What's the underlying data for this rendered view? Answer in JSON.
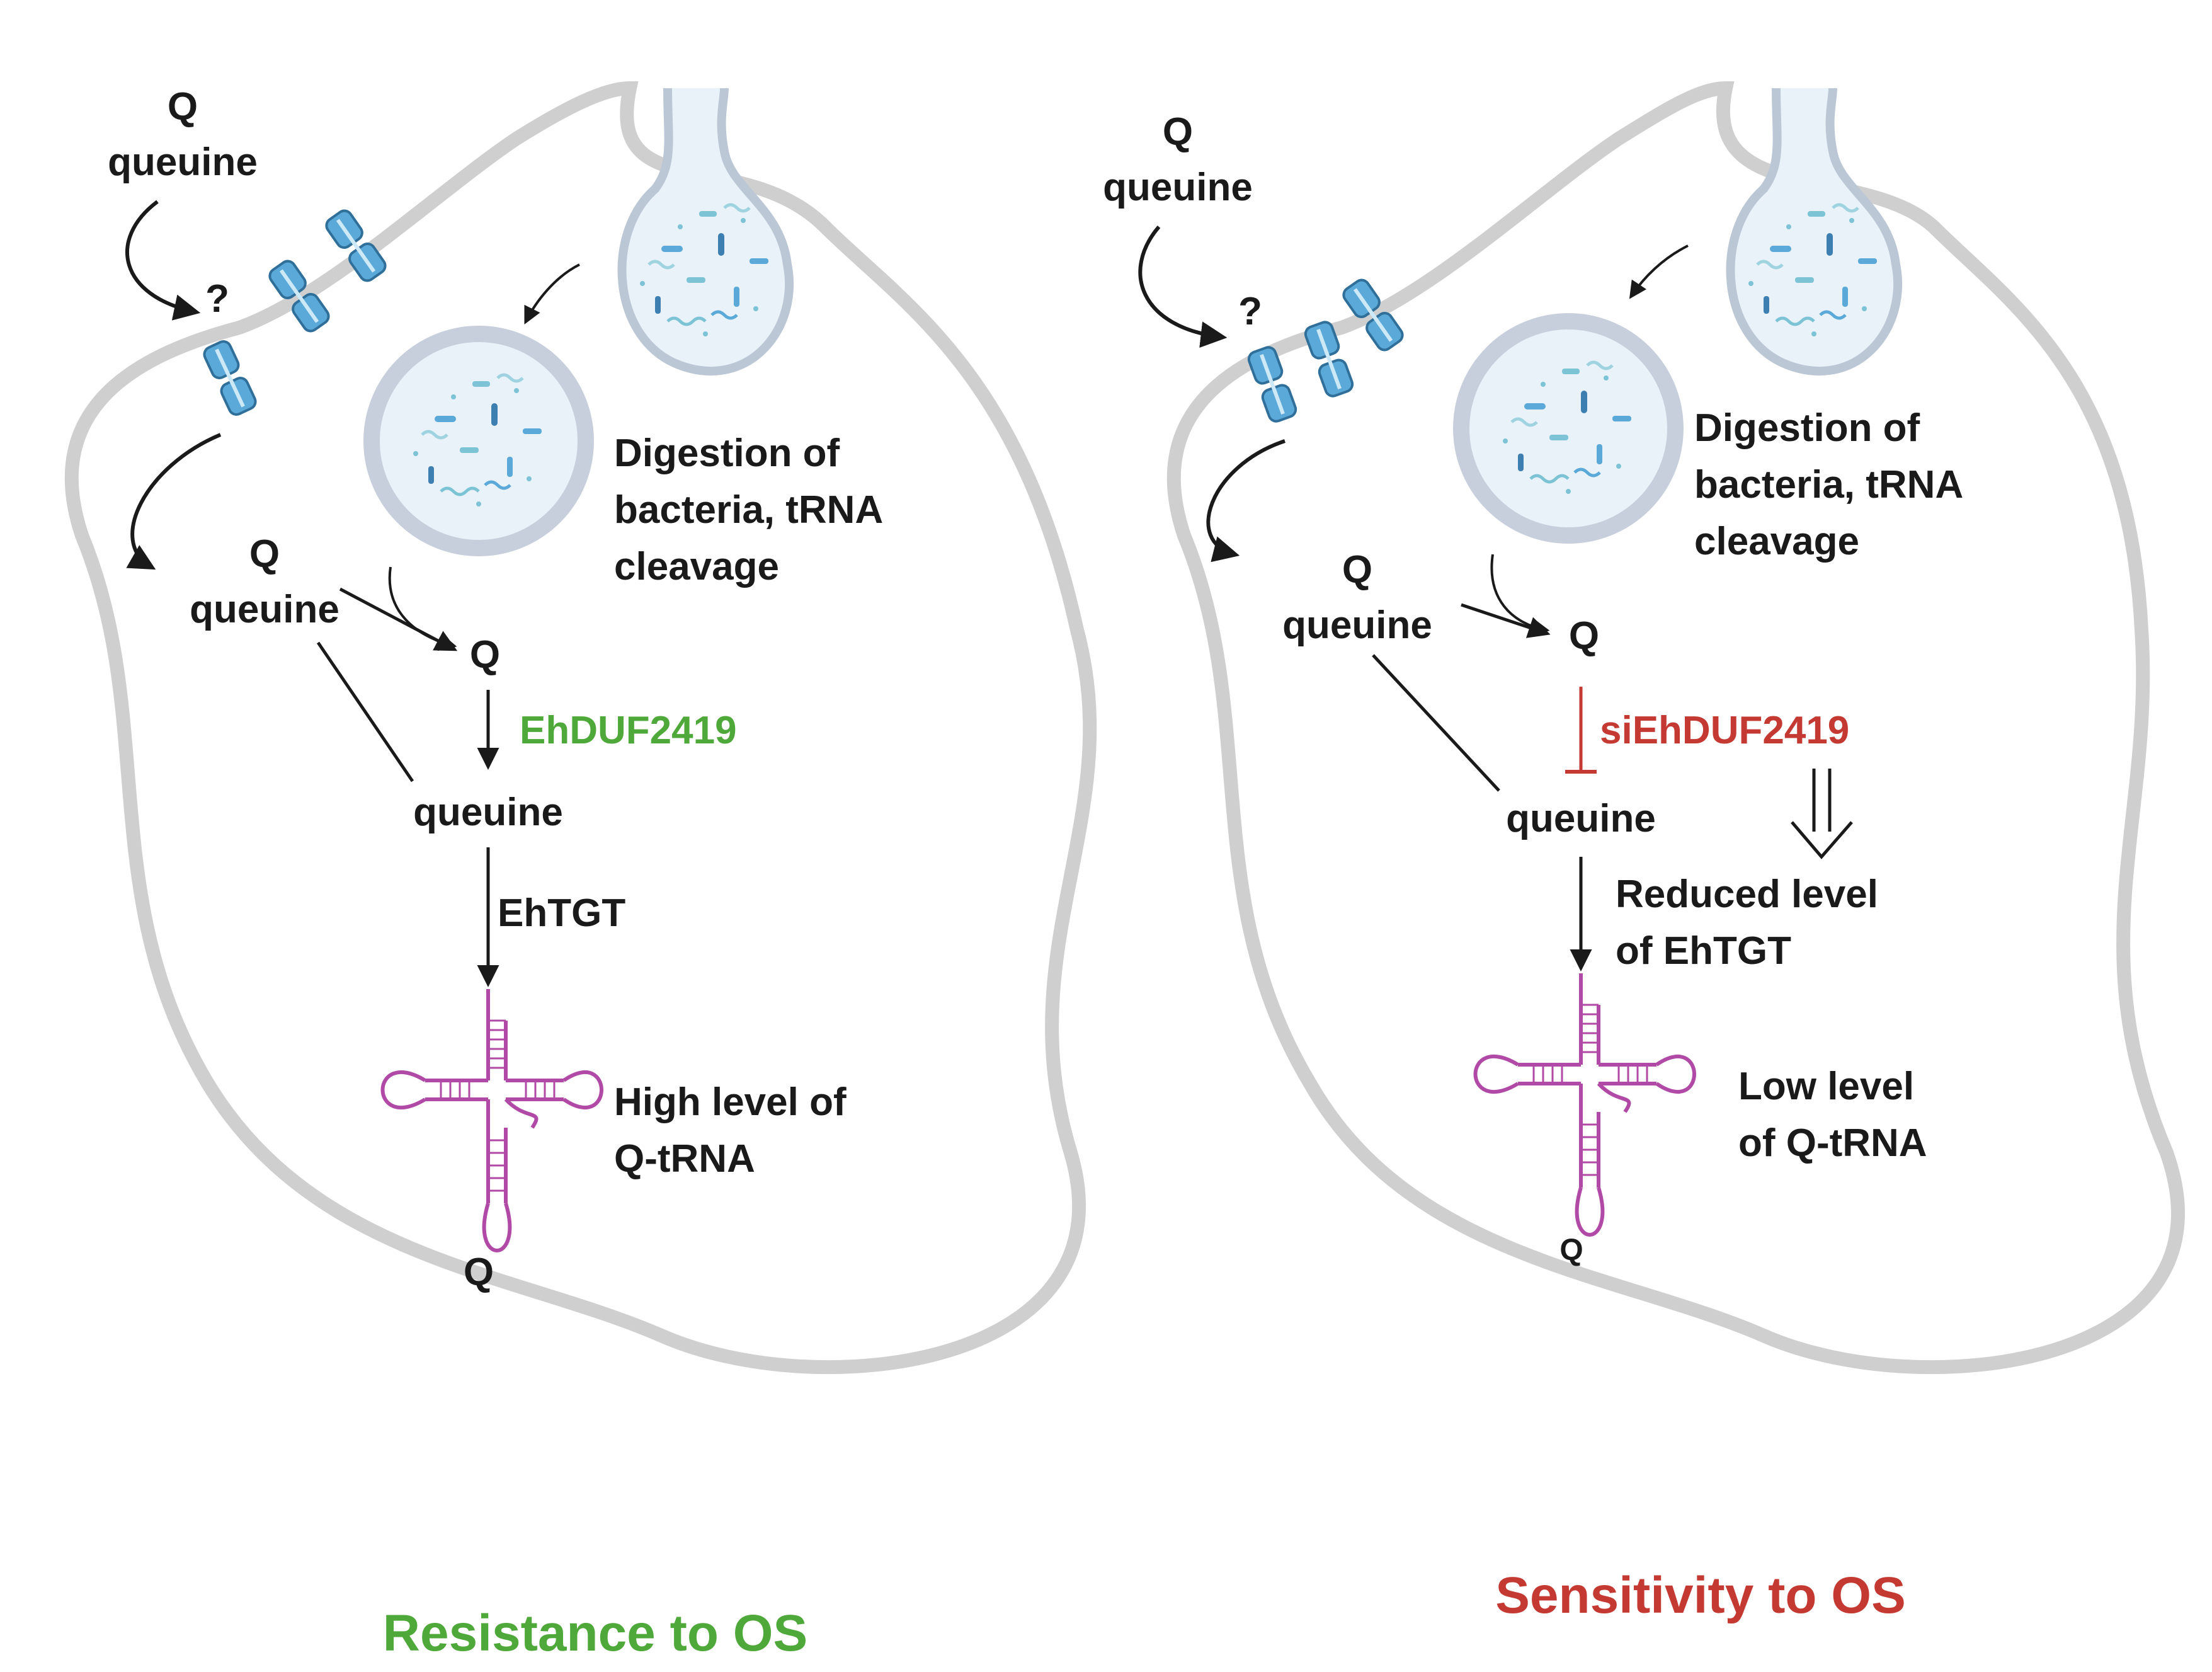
{
  "colors": {
    "membrane": "#cfcfcf",
    "vesicle": "#bcc7d6",
    "vesicle_fill": "#e9f2f8",
    "channel": "#5aa9d8",
    "trna": "#b04aa6",
    "green": "#4fa83a",
    "red": "#c43a32",
    "text": "#1a1a1a"
  },
  "left_panel": {
    "ext_q": "Q",
    "ext_queuine": "queuine",
    "question": "?",
    "digestion": [
      "Digestion of",
      "bacteria, tRNA",
      "cleavage"
    ],
    "int_q": "Q",
    "int_queuine": "queuine",
    "q_after": "Q",
    "enzyme": "EhDUF2419",
    "queuine_mid": "queuine",
    "tgt": "EhTGT",
    "trna_label": [
      "High level of",
      "Q-tRNA"
    ],
    "trna_q": "Q",
    "caption": "Resistance to OS"
  },
  "right_panel": {
    "ext_q": "Q",
    "ext_queuine": "queuine",
    "question": "?",
    "digestion": [
      "Digestion of",
      "bacteria, tRNA",
      "cleavage"
    ],
    "int_q": "Q",
    "int_queuine": "queuine",
    "q_after": "Q",
    "enzyme": "siEhDUF2419",
    "queuine_mid": "queuine",
    "tgt_label": [
      "Reduced level",
      "of EhTGT"
    ],
    "trna_label": [
      "Low level",
      "of Q-tRNA"
    ],
    "trna_q": "Q",
    "caption": "Sensitivity to OS"
  }
}
